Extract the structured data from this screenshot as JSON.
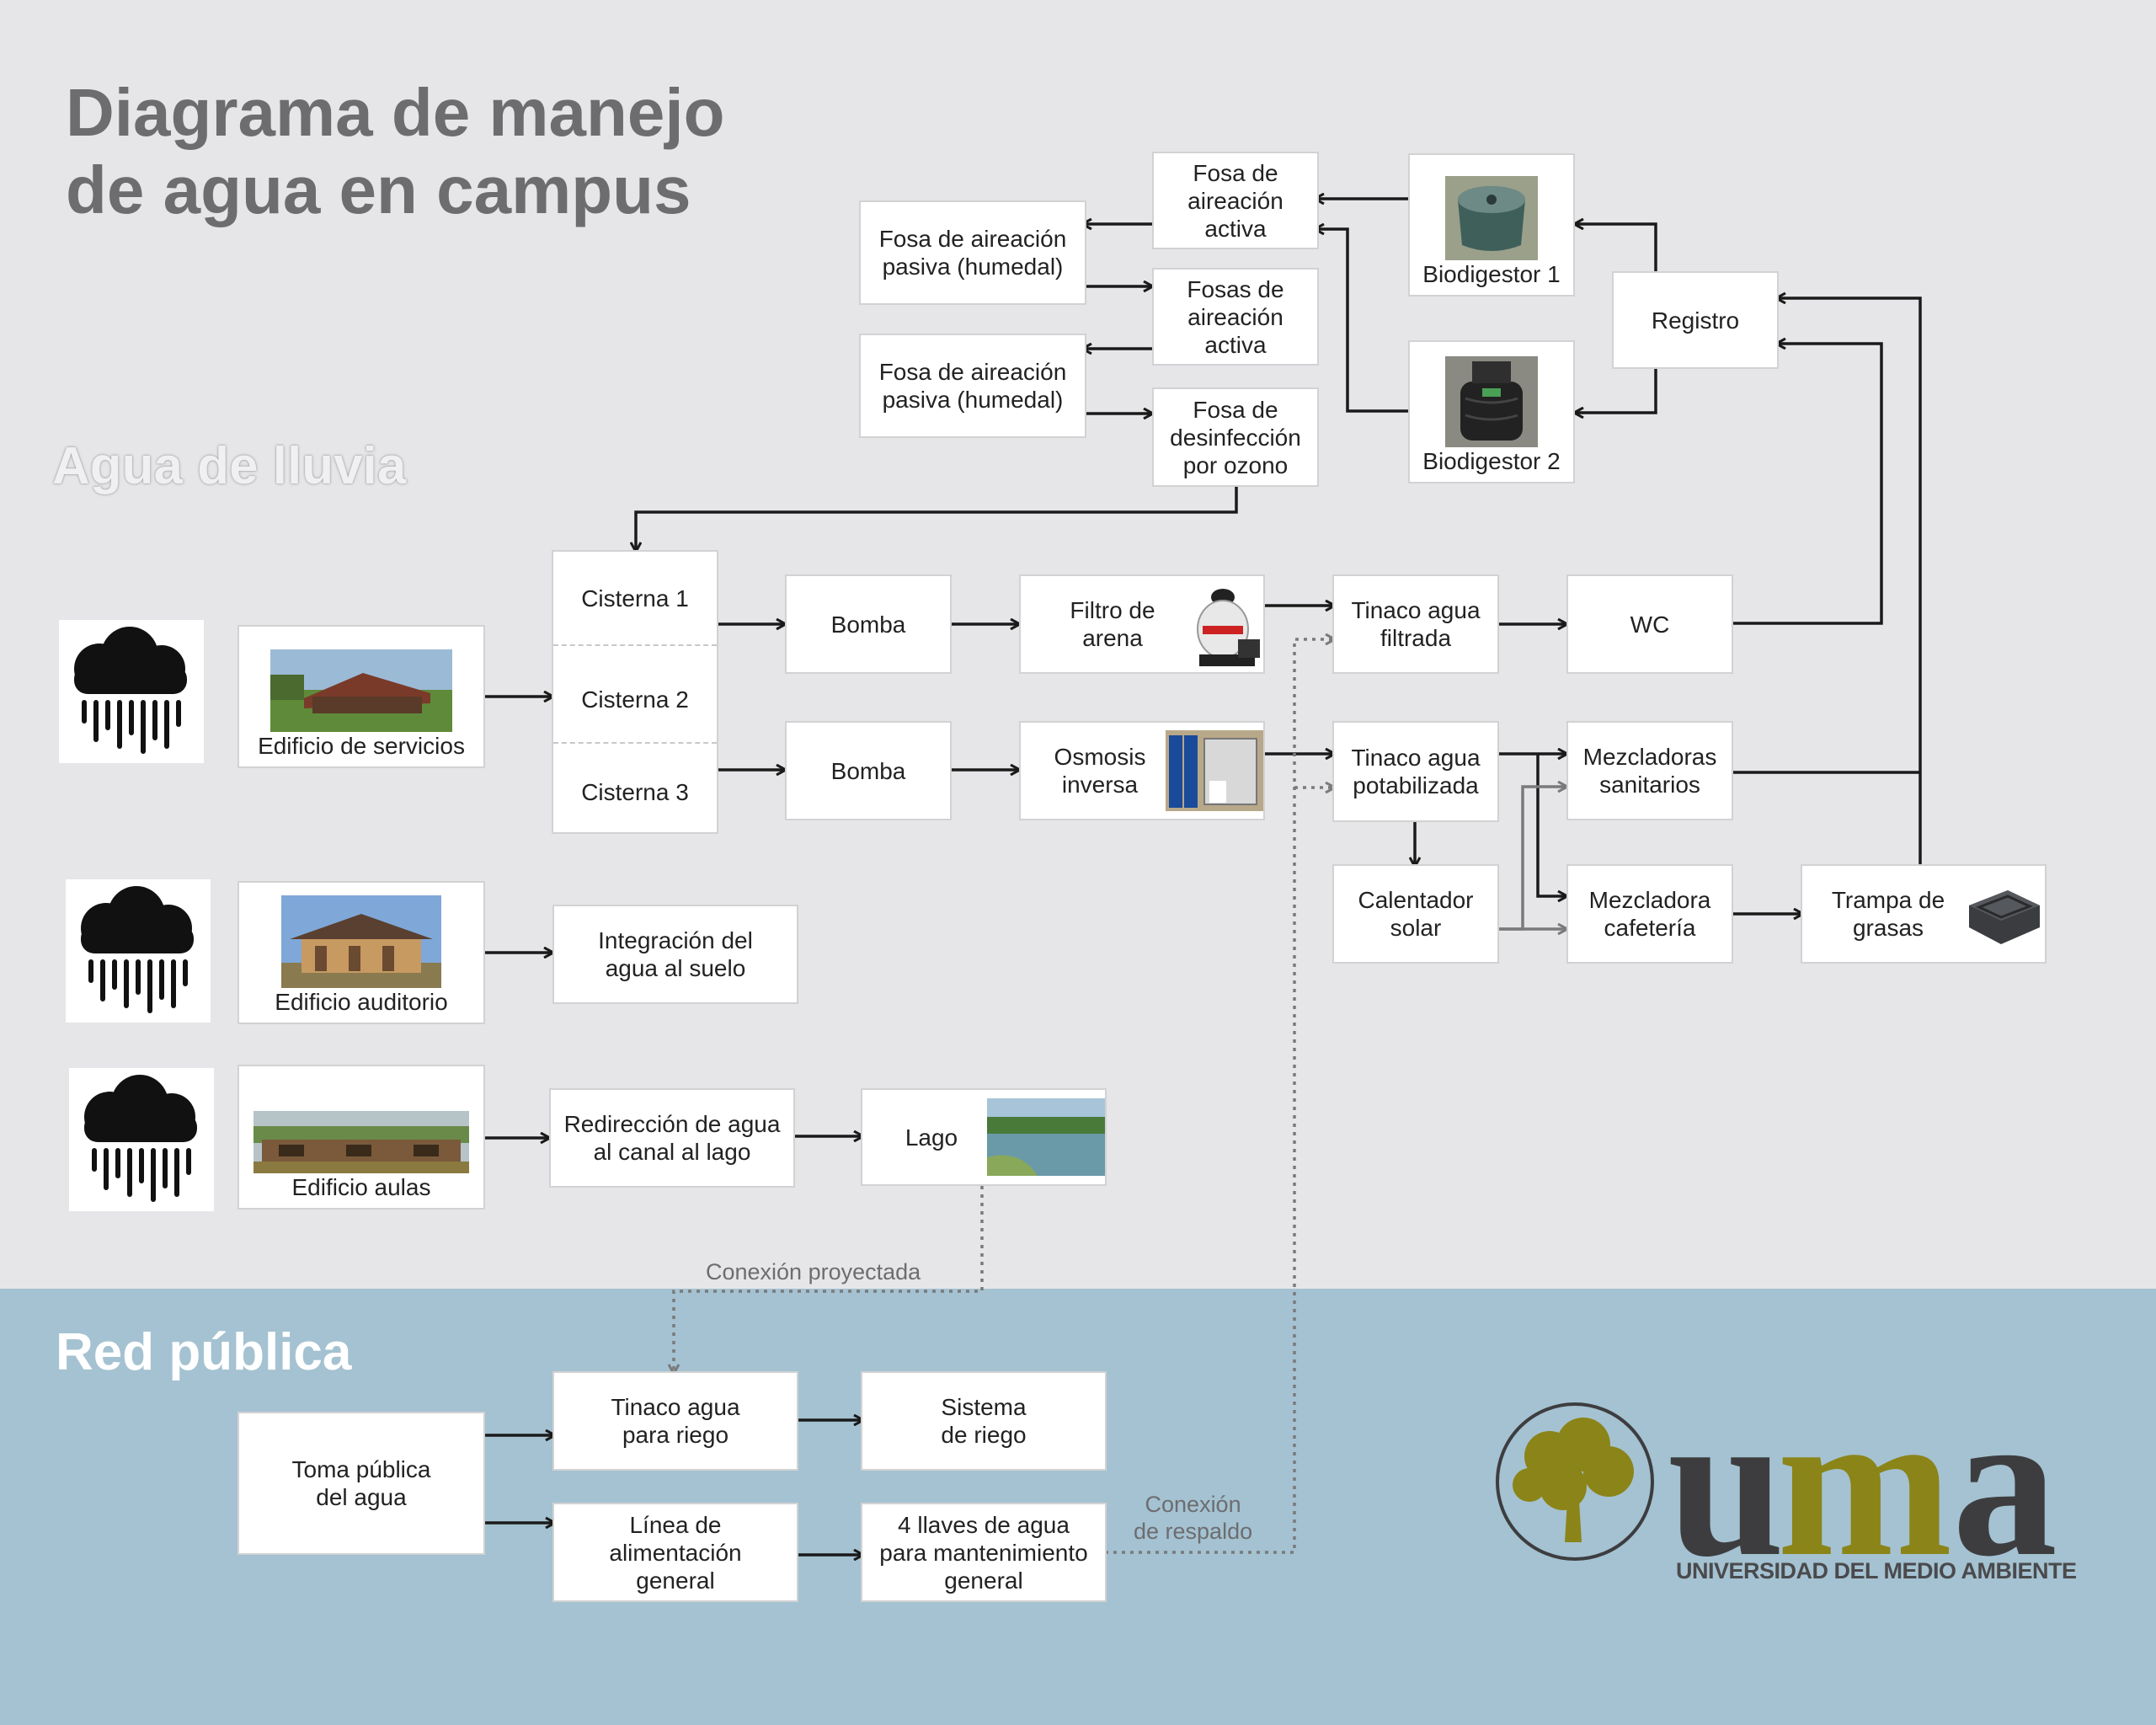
{
  "title": "Diagrama de manejo\nde agua en campus",
  "sections": {
    "rain": "Agua de lluvia",
    "public": "Red pública"
  },
  "nodes": {
    "fosa_activa_1": "Fosa de\naireación\nactiva",
    "fosa_pasiva_1": "Fosa de aireación\npasiva (humedal)",
    "fosas_activa_2": "Fosas de\naireación\nactiva",
    "fosa_pasiva_2": "Fosa de aireación\npasiva (humedal)",
    "fosa_ozono": "Fosa de\ndesinfección\npor ozono",
    "biodigestor_1": "Biodigestor 1",
    "biodigestor_2": "Biodigestor 2",
    "registro": "Registro",
    "edificio_servicios": "Edificio de servicios",
    "edificio_auditorio": "Edificio auditorio",
    "edificio_aulas": "Edificio aulas",
    "cisterna_1": "Cisterna 1",
    "cisterna_2": "Cisterna 2",
    "cisterna_3": "Cisterna 3",
    "bomba_1": "Bomba",
    "bomba_2": "Bomba",
    "filtro_arena": "Filtro de\narena",
    "osmosis": "Osmosis\ninversa",
    "tinaco_filtrada": "Tinaco agua\nfiltrada",
    "tinaco_potabilizada": "Tinaco agua\npotabilizada",
    "wc": "WC",
    "mezcladoras_sanitarios": "Mezcladoras\nsanitarios",
    "mezcladora_cafeteria": "Mezcladora\ncafetería",
    "calentador_solar": "Calentador\nsolar",
    "trampa_grasas": "Trampa de\ngrasas",
    "integracion_suelo": "Integración del\nagua al suelo",
    "redireccion_lago": "Redirección de agua\nal canal al lago",
    "lago": "Lago",
    "toma_publica": "Toma pública\ndel agua",
    "tinaco_riego": "Tinaco agua\npara riego",
    "sistema_riego": "Sistema\nde riego",
    "linea_alimentacion": "Línea de\nalimentación\ngeneral",
    "llaves_mantenimiento": "4 llaves de agua\npara mantenimiento\ngeneral"
  },
  "notes": {
    "conexion_proyectada": "Conexión proyectada",
    "conexion_respaldo": "Conexión\nde respaldo"
  },
  "logo": {
    "mark": "uma",
    "subtitle": "UNIVERSIDAD DEL MEDIO AMBIENTE"
  },
  "colors": {
    "olive": "#8b8418",
    "dark": "#3d3d40",
    "line": "#1a1a1a",
    "dashed": "#7a7a7c",
    "public": "#a4c2d1"
  }
}
